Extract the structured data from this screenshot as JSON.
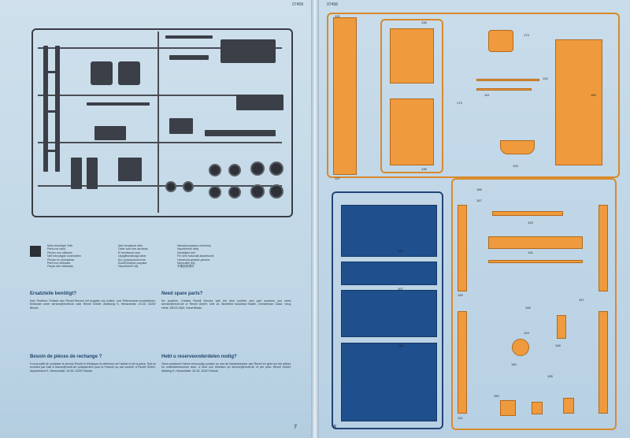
{
  "left": {
    "code": "07458",
    "page_number": "7",
    "legend_left": [
      "Nicht benötigte Teile",
      "Parts not used",
      "Pièces non utilisées",
      "Niet benodigde onderdelen",
      "Piezas no necesarias",
      "Parti non utilizzate",
      "Peças não utilizadas"
    ],
    "legend_right": [
      "Ikke benyttede dele",
      "Delar som inte används",
      "Ei tarvittavat osat",
      "Uppgiftsmässiga delar",
      "Δεν χρησιμοποιούνται",
      "Kullanılmayan parçalar",
      "Nepotřebné díly"
    ],
    "legend_far_right": [
      "Niewykorzystane elementy",
      "Nepotrebné diely",
      "Nerabljeni deli",
      "Fel nem használt alkatrészek",
      "Неиспользуемые детали",
      "Nepoužité díly",
      "不使用的零件"
    ],
    "sections": [
      {
        "title": "Ersatzteile benötigt?",
        "body": "Kein Problem: Einfach den Revell-Service mit Angabe von Artikel- und Teilenummer kontaktieren. Entweder unter service@revell.de oder Revell GmbH, Abteilung K, Henschelstr. 20-30, 32257 Bünde."
      },
      {
        "title": "Besoin de pièces de rechange ?",
        "body": "Il vous suffit de contacter le service Revell et d'indiquer la référence de l'article et de la pièce. Soit en écrivant par mail à france@revell.de (uniquement pour la France) ou par courrier à Revell GmbH, département K, Henschelstr. 20-30, 32257 Bünde."
      }
    ]
  },
  "right": {
    "code": "07458",
    "page_number": "8",
    "sections": [
      {
        "title": "Need spare parts?",
        "body": "No problem. Contact Revell Service with the item number and part numbers you need: service@revell.de or Revell GmbH, Unit 10, Birchfield Industrial Estate, Chesterham Close, Vicoj, Herts, WD23 4QN, Great Britain."
      },
      {
        "title": "Hebt u reserveonderdelen nodig?",
        "body": "Geen probleem! Neem eenvoudig contact op met de klantenservice van Revell en geef uw het artikel- en onderdeelnummer door. U kunt ons bereiken op service@revell.de of per post: Revell GmbH, Afdeling K, Henschelstr. 20-30, 32257 Bünde."
      }
    ],
    "part_labels": [
      "131",
      "136",
      "137",
      "173",
      "142",
      "141",
      "173",
      "165",
      "129",
      "138",
      "106",
      "107",
      "108",
      "156",
      "157",
      "133",
      "134",
      "132",
      "145",
      "143",
      "140",
      "148",
      "135",
      "147",
      "131",
      "160"
    ]
  },
  "colors": {
    "dark_sprue": "#3a3d44",
    "orange": "#ef9a3c",
    "blue": "#1f4f8c"
  }
}
